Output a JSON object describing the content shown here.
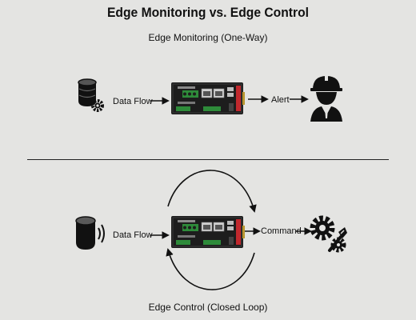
{
  "diagram": {
    "title": "Edge Monitoring vs. Edge Control",
    "monitoring": {
      "heading": "Edge Monitoring (One-Way)",
      "input_label": "Data Flow",
      "output_label": "Alert",
      "source_icon": "database-gear-icon",
      "target_icon": "engineer-hardhat-icon"
    },
    "control": {
      "heading": "Edge Control (Closed Loop)",
      "input_label": "Data Flow",
      "output_label": "Command",
      "source_icon": "wireless-sensor-icon",
      "target_icon": "gears-wrench-icon"
    },
    "colors": {
      "background": "#e4e4e2",
      "device": "#1d1d1d",
      "connector_green": "#2e8b3a",
      "accent_red": "#c0282d"
    }
  }
}
